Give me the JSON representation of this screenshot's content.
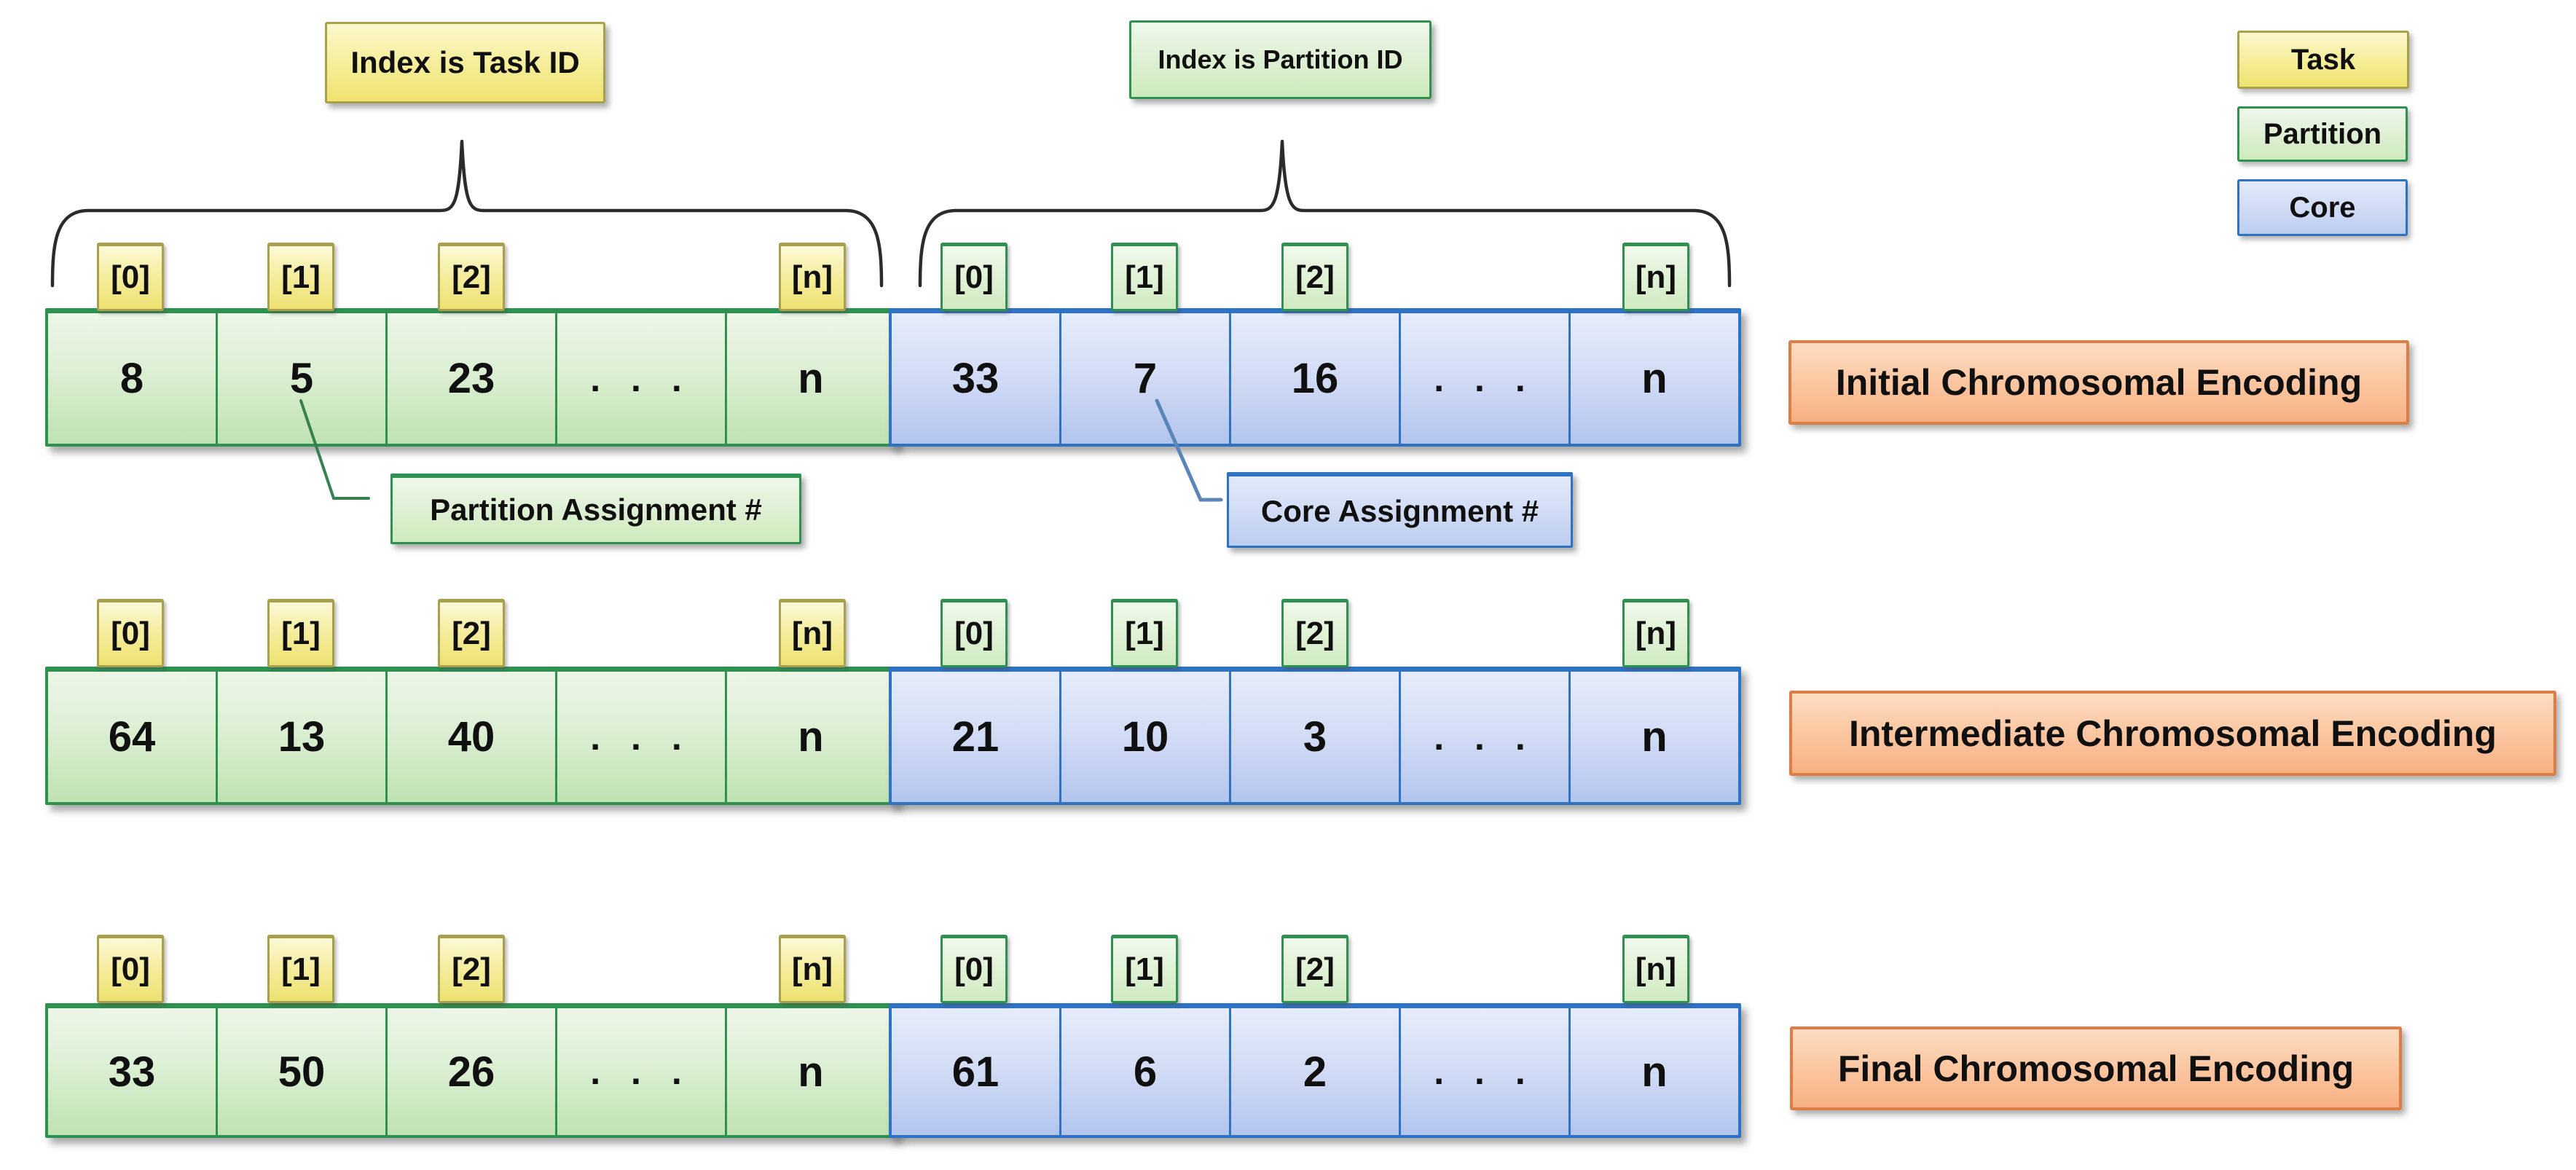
{
  "headers": {
    "task": "Index is Task ID",
    "partition": "Index is Partition ID"
  },
  "legend": {
    "task": "Task",
    "partition": "Partition",
    "core": "Core"
  },
  "callouts": {
    "partition": "Partition Assignment #",
    "core": "Core Assignment #"
  },
  "index_labels": [
    "[0]",
    "[1]",
    "[2]",
    "[n]"
  ],
  "rows": [
    {
      "label": "Initial Chromosomal Encoding",
      "partition_values": [
        "8",
        "5",
        "23",
        ". . .",
        "n"
      ],
      "core_values": [
        "33",
        "7",
        "16",
        ". . .",
        "n"
      ]
    },
    {
      "label": "Intermediate Chromosomal Encoding",
      "partition_values": [
        "64",
        "13",
        "40",
        ". . .",
        "n"
      ],
      "core_values": [
        "21",
        "10",
        "3",
        ". . .",
        "n"
      ]
    },
    {
      "label": "Final Chromosomal Encoding",
      "partition_values": [
        "33",
        "50",
        "26",
        ". . .",
        "n"
      ],
      "core_values": [
        "61",
        "6",
        "2",
        ". . .",
        "n"
      ]
    }
  ],
  "colors": {
    "task_yellow": "#f2e87f",
    "partition_green": "#cde9c0",
    "core_blue": "#bccdf0",
    "encoding_orange": "#f9b98d",
    "border_yellow": "#a8a04c",
    "border_green": "#2e9150",
    "border_blue": "#2e72c4",
    "border_orange": "#dd7e47",
    "line_dark": "#2b2b2b"
  }
}
